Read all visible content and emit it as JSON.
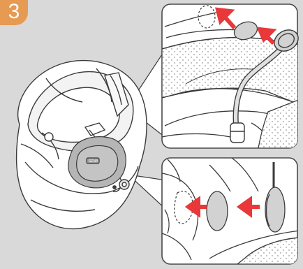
{
  "step": {
    "number": "3",
    "badge_color": "#e69a52"
  },
  "colors": {
    "background": "#d9d9d9",
    "arrow": "#e8383a",
    "line": "#3a3a3a",
    "device": "#b5b5b5",
    "pad": "#d2d2d2",
    "panel": "#ffffff"
  },
  "panels": [
    {
      "name": "top-detail",
      "content": [
        "dashed-mount-outline",
        "microphone-pad",
        "boom-microphone",
        "arrow",
        "arrow"
      ]
    },
    {
      "name": "bottom-detail",
      "content": [
        "dashed-mount-outline",
        "microphone-pad",
        "microphone-pad",
        "arrow",
        "arrow"
      ]
    }
  ],
  "device_label": "SENA"
}
